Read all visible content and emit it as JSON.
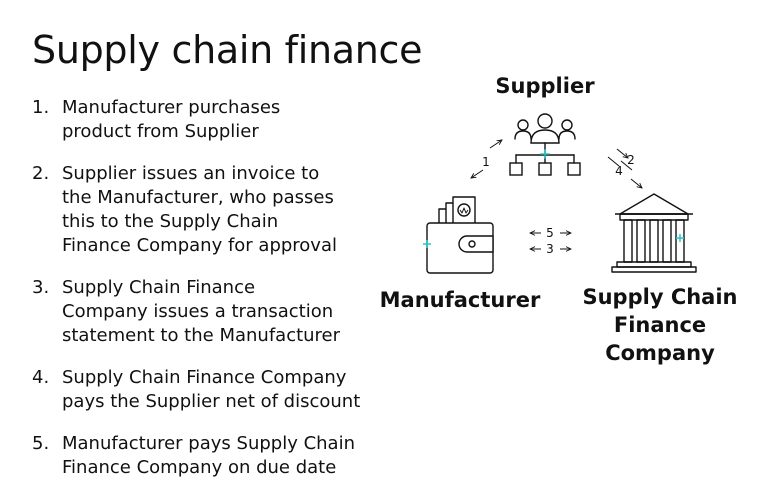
{
  "title": "Supply chain finance",
  "steps": [
    {
      "num": "1.",
      "lines": [
        "Manufacturer purchases",
        "product from Supplier"
      ]
    },
    {
      "num": "2.",
      "lines": [
        "Supplier issues an invoice to",
        "the Manufacturer, who passes",
        "this to the Supply Chain",
        "Finance Company for approval"
      ]
    },
    {
      "num": "3.",
      "lines": [
        "Supply Chain Finance",
        "Company issues a transaction",
        "statement to the Manufacturer"
      ]
    },
    {
      "num": "4.",
      "lines": [
        "Supply Chain Finance Company",
        "pays the Supplier net of discount"
      ]
    },
    {
      "num": "5.",
      "lines": [
        "Manufacturer pays Supply Chain",
        "Finance Company on due date"
      ]
    }
  ],
  "diagram": {
    "supplier_label": "Supplier",
    "manufacturer_label": "Manufacturer",
    "finance_label": [
      "Supply Chain",
      "Finance",
      "Company"
    ],
    "arrows": {
      "a1": "1",
      "a2": "2",
      "a3": "3",
      "a4": "4",
      "a5": "5"
    },
    "icons": {
      "supplier": "org-chart-people-icon",
      "manufacturer": "wallet-with-cash-icon",
      "finance": "bank-building-icon"
    },
    "accent_color": "#27c4c4"
  }
}
